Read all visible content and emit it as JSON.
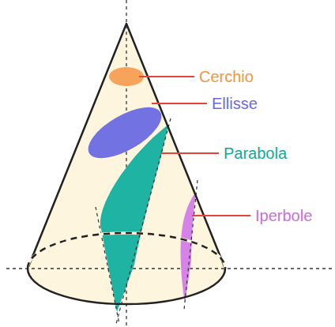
{
  "diagram": {
    "labels": [
      "Cerchio",
      "Ellisse",
      "Parabola",
      "Iperbole"
    ]
  }
}
